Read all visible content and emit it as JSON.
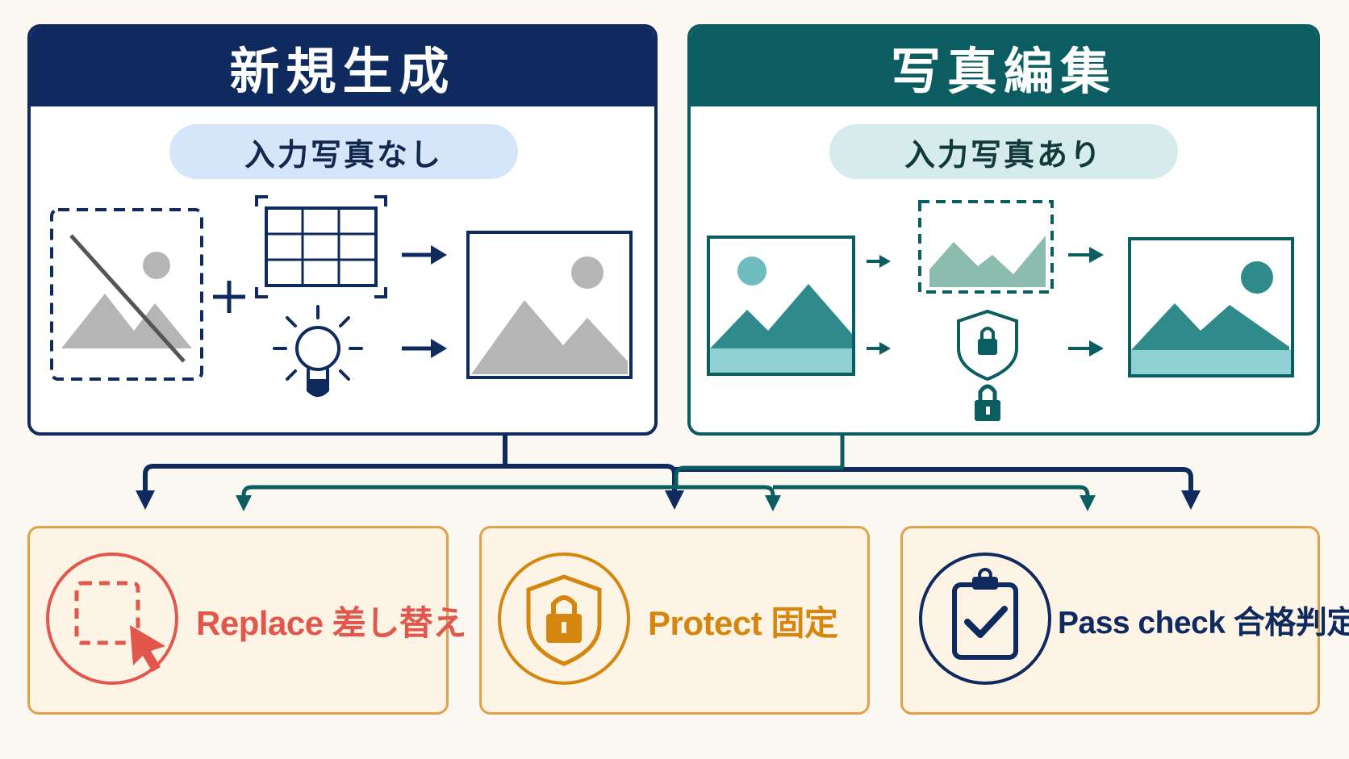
{
  "panels": {
    "new_generation": {
      "title": "新規生成",
      "subtitle": "入力写真なし",
      "color": "#0f2a5f",
      "icons": [
        "no-image-icon",
        "grid-icon",
        "lightbulb-icon",
        "image-output-icon"
      ]
    },
    "photo_edit": {
      "title": "写真編集",
      "subtitle": "入力写真あり",
      "color": "#0c5d62",
      "icons": [
        "image-input-icon",
        "masked-image-icon",
        "shield-lock-icon",
        "lock-icon",
        "image-output-icon"
      ]
    }
  },
  "checks": [
    {
      "label": "Replace 差し替え",
      "color": "#e2574c",
      "icon": "replace-selection-icon"
    },
    {
      "label": "Protect 固定",
      "color": "#d4860f",
      "icon": "shield-lock-icon"
    },
    {
      "label": "Pass check 合格判定",
      "color": "#0f2a5f",
      "icon": "clipboard-check-icon"
    }
  ],
  "colors": {
    "navy": "#0f2a5f",
    "teal": "#0c5d62",
    "card_border": "#e0a14a",
    "background": "#fbf8f1"
  }
}
